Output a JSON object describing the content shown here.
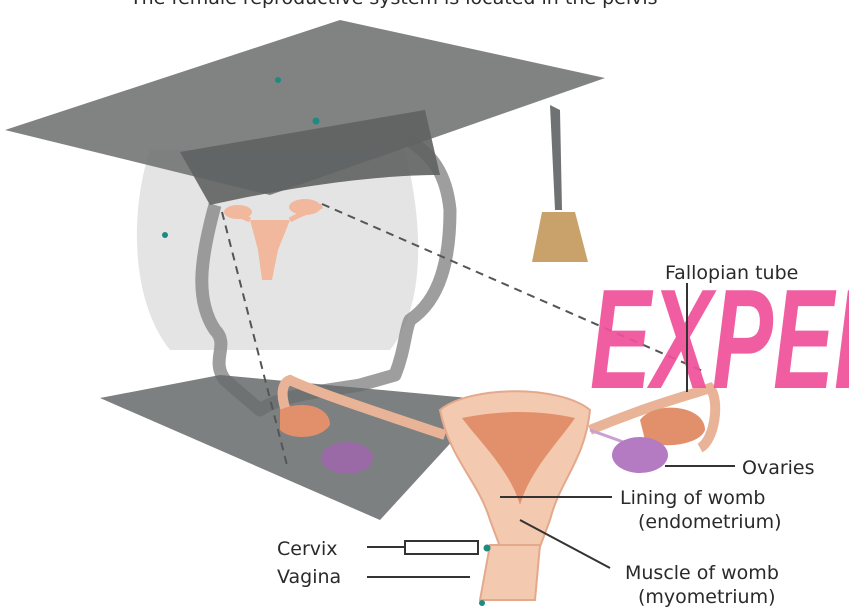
{
  "top_caption": "The female reproductive system is located in the pelvis",
  "watermark": {
    "text": "EXPEF",
    "color": "#f0519a"
  },
  "labels": {
    "fallopian": "Fallopian tube",
    "ovaries": "Ovaries",
    "lining_1": "Lining of womb",
    "lining_2": "(endometrium)",
    "muscle_1": "Muscle of womb",
    "muscle_2": "(myometrium)",
    "cervix": "Cervix",
    "vagina": "Vagina"
  },
  "colors": {
    "cap": "#6f7272",
    "silhouette_fill": "#e4e4e4",
    "outline": "#9a9a9a",
    "tissue": "#f3c9b0",
    "tissue_dark": "#e2906c",
    "ovary": "#b57bc2",
    "tassel": "#c8a26a"
  }
}
